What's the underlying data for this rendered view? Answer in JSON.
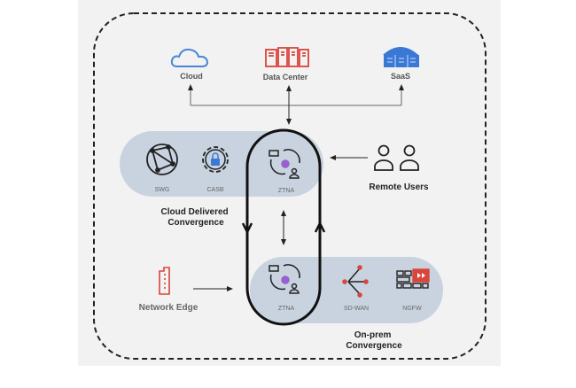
{
  "targets": {
    "cloud": "Cloud",
    "data_center": "Data Center",
    "saas": "SaaS"
  },
  "cloud_delivered": {
    "swg": "SWG",
    "casb": "CASB",
    "ztna": "ZTNA",
    "title_line1": "Cloud Delivered",
    "title_line2": "Convergence"
  },
  "remote_users": "Remote Users",
  "network_edge": "Network Edge",
  "on_prem": {
    "ztna": "ZTNA",
    "sdwan": "SD-WAN",
    "ngfw": "NGFW",
    "title_line1": "On-prem",
    "title_line2": "Convergence"
  },
  "colors": {
    "cloud": "#4a86d8",
    "data_center": "#d9443b",
    "saas": "#3a78d6",
    "ztna_gear": "#9a5fd0",
    "pill": "#c9d3e0",
    "panel": "#f2f2f2"
  }
}
